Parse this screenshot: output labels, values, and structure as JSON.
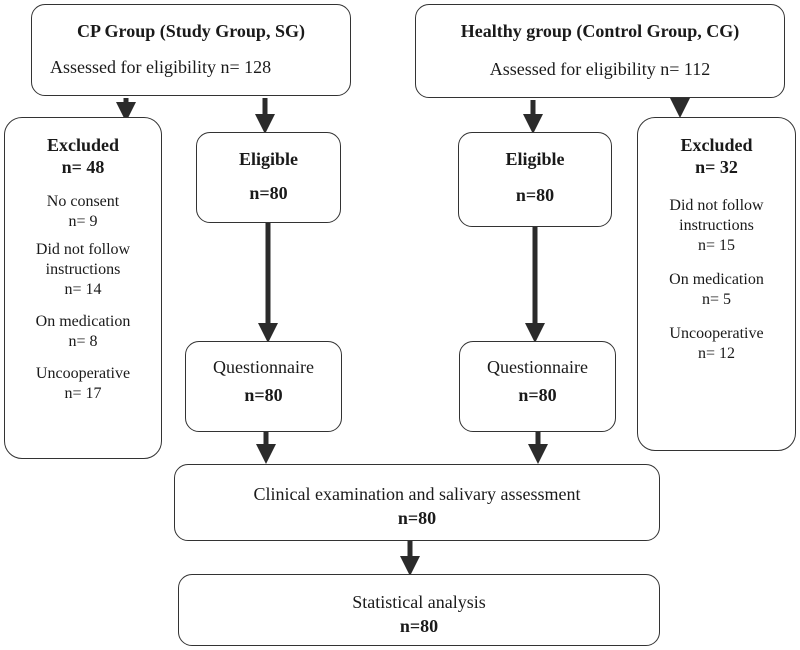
{
  "sg_top": {
    "title": "CP Group (Study Group, SG)",
    "assessed": "Assessed for eligibility n= 128"
  },
  "cg_top": {
    "title": "Healthy group (Control Group, CG)",
    "assessed": "Assessed for eligibility n= 112"
  },
  "sg_excluded": {
    "title": "Excluded",
    "count": "n= 48",
    "items": [
      {
        "reason": "No consent",
        "n": "n= 9"
      },
      {
        "reason": "Did not follow instructions",
        "n": "n= 14"
      },
      {
        "reason": "On medication",
        "n": "n= 8"
      },
      {
        "reason": "Uncooperative",
        "n": "n= 17"
      }
    ]
  },
  "cg_excluded": {
    "title": "Excluded",
    "count": "n= 32",
    "items": [
      {
        "reason": "Did not follow instructions",
        "n": "n= 15"
      },
      {
        "reason": "On medication",
        "n": "n= 5"
      },
      {
        "reason": "Uncooperative",
        "n": "n= 12"
      }
    ]
  },
  "sg_eligible": {
    "label": "Eligible",
    "n": "n=80"
  },
  "cg_eligible": {
    "label": "Eligible",
    "n": "n=80"
  },
  "sg_questionnaire": {
    "label": "Questionnaire",
    "n": "n=80"
  },
  "cg_questionnaire": {
    "label": "Questionnaire",
    "n": "n=80"
  },
  "clinical": {
    "label": "Clinical examination and salivary assessment",
    "n": "n=80"
  },
  "stats": {
    "label": "Statistical analysis",
    "n": "n=80"
  }
}
